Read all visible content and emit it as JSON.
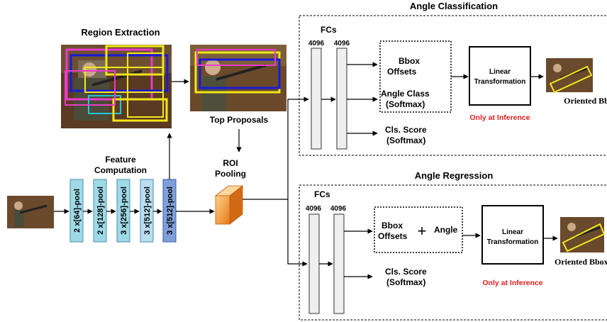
{
  "title_angle_classification": "Angle Classification",
  "title_angle_regression": "Angle Regression",
  "title_region_extraction": "Region Extraction",
  "feature_computation": [
    "Feature",
    "Computation"
  ],
  "top_proposals": "Top Proposals",
  "roi_pooling": [
    "ROI",
    "Pooling"
  ],
  "conv_blocks": [
    "2 x[64]-pool",
    "2 x[128]-pool",
    "3 x[256]-pool",
    "3 x[512]-pool",
    "3 x[512]-pool"
  ],
  "fcs": "FCs",
  "fc_size": "4096",
  "classification": {
    "bbox_offsets": [
      "Bbox",
      "Offsets"
    ],
    "angle_class": [
      "Angle Class",
      "(Softmax)"
    ],
    "cls_score": [
      "Cls. Score",
      "(Softmax)"
    ],
    "linear": [
      "Linear",
      "Transformation"
    ],
    "only_inference": "Only at Inference",
    "oriented_bbox": "Oriented Bbox"
  },
  "regression": {
    "bbox_offsets": [
      "Bbox",
      "Offsets"
    ],
    "plus": "+",
    "angle": "Angle",
    "cls_score": [
      "Cls. Score",
      "(Softmax)"
    ],
    "linear": [
      "Linear",
      "Transformation"
    ],
    "only_inference": "Only at Inference",
    "oriented_bbox": "Oriented Bbox"
  },
  "colors": {
    "conv_light": "#9fd9e6",
    "conv_dark": "#7f9fd8",
    "roi_orange": "#f0902c",
    "fc_fill": "#efefef",
    "inference_red": "#e02020"
  },
  "icons": [
    "input-photo",
    "region-proposals-photo",
    "top-proposals-photo",
    "oriented-bbox-photo"
  ]
}
